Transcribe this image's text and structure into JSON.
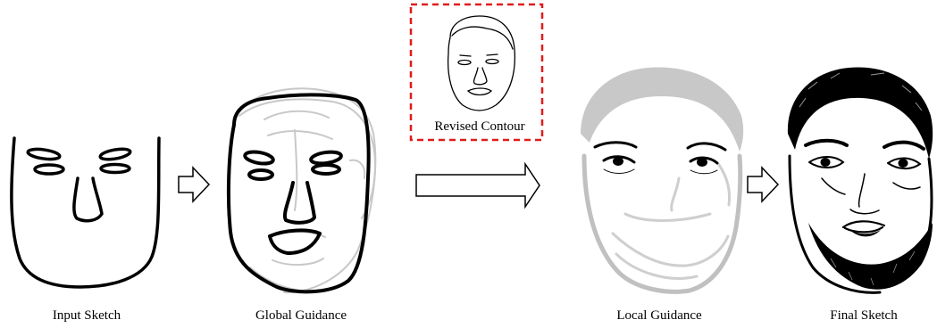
{
  "captions": {
    "input_sketch": "Input Sketch",
    "global_guidance": "Global Guidance",
    "local_guidance": "Local Guidance",
    "final_sketch": "Final Sketch"
  },
  "revised_contour": {
    "label": "Revised Contour",
    "border_color": "#e01b1b"
  },
  "colors": {
    "stroke": "#000000",
    "guidance_gray": "#c8c8c8",
    "shading_gray": "#bdbdbd"
  }
}
